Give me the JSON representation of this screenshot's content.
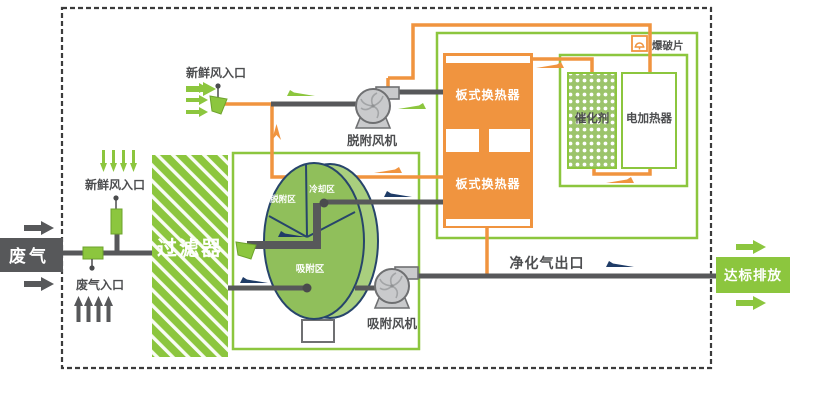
{
  "diagram": {
    "type": "process-flow-diagram",
    "colors": {
      "green": "#8cc63e",
      "orange": "#f0943f",
      "pipe_dark": "#57585a",
      "navy_arrow": "#1f3c67",
      "rotor_face": "#90bf5b",
      "rotor_rim": "#a9cf7e",
      "fan_gray": "#c9cacc",
      "border_dash": "#3b3b3b"
    },
    "inlets": {
      "waste_gas": "废气",
      "waste_gas_inlet": "废气入口",
      "fresh_air_inlet_top": "新鲜风入口",
      "fresh_air_inlet_left": "新鲜风入口"
    },
    "equipment": {
      "filter": "过滤器",
      "desorption_fan": "脱附风机",
      "adsorption_fan": "吸附风机",
      "plate_heat_exchanger_top": "板式换热器",
      "plate_heat_exchanger_bottom": "板式换热器",
      "catalyst": "催化剂",
      "electric_heater": "电加热器",
      "rupture_disc": "爆破片"
    },
    "rotor_zones": {
      "desorption": "脱附区",
      "cooling": "冷却区",
      "adsorption": "吸附区"
    },
    "outlets": {
      "purified_gas_outlet": "净化气出口",
      "discharge": "达标排放"
    }
  }
}
